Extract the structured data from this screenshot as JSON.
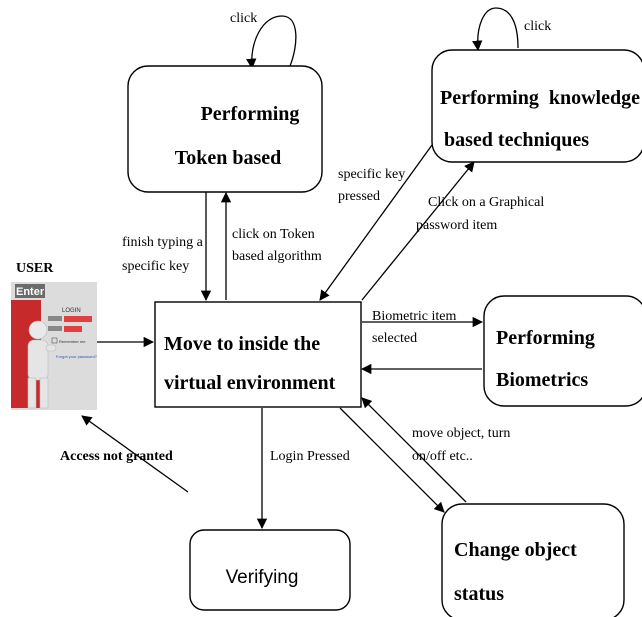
{
  "nodes": {
    "token": [
      "Performing",
      "Token based"
    ],
    "knowledge": [
      "Performing  knowledge",
      "based techniques"
    ],
    "virtual": [
      "Move to inside the",
      "virtual environment"
    ],
    "biometrics": [
      "Performing",
      "Biometrics"
    ],
    "verifying": "Verifying",
    "change_object": [
      "Change object",
      "status"
    ],
    "user": "USER"
  },
  "user_image": {
    "logo_text": "Enter",
    "login_title": "LOGIN",
    "remember": "Remember me",
    "forgot": "Forgot your password?"
  },
  "edges": {
    "token_click": "click",
    "knowledge_click": "click",
    "finish_typing": [
      "finish typing a",
      "specific key"
    ],
    "click_on_token": [
      "click on Token",
      "based algorithm"
    ],
    "specific_key": [
      "specific key",
      "pressed"
    ],
    "click_graphical": [
      "Click on a Graphical",
      "password item"
    ],
    "biometric_selected": [
      "Biometric item",
      "selected"
    ],
    "move_object": [
      "move object, turn",
      "on/off etc.."
    ],
    "login_pressed": "Login Pressed",
    "access_not_granted": "Access not granted"
  }
}
